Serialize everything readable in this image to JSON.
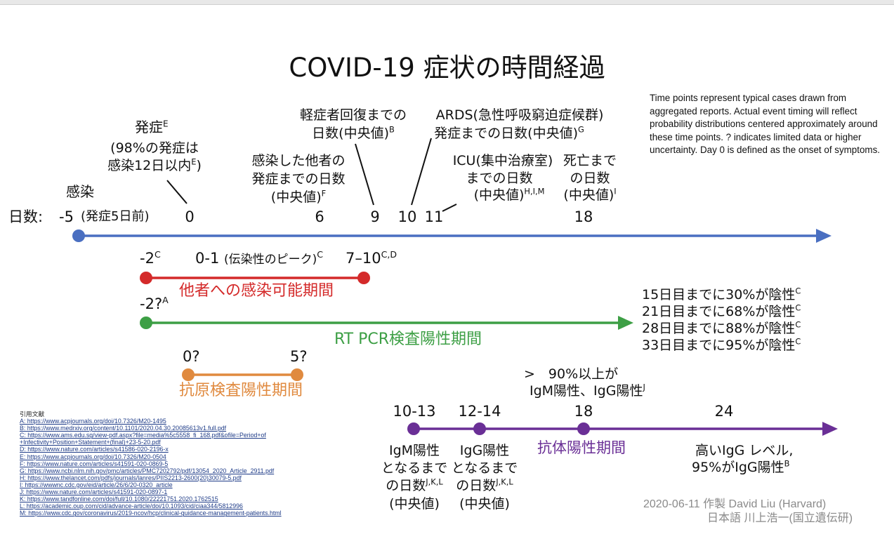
{
  "title": "COVID-19 症状の時間経過",
  "note": "Time points represent typical cases drawn from aggregated reports. Actual event timing will reflect probability distributions centered approximately around these time points. ? indicates limited data or higher uncertainty. Day 0 is defined as the onset of symptoms.",
  "axis": {
    "label": "日数:",
    "infection_label": "感染",
    "ticks": [
      {
        "value": "-5",
        "suffix": "(発症5日前)"
      },
      {
        "value": "0"
      },
      {
        "value": "6"
      },
      {
        "value": "9"
      },
      {
        "value": "10"
      },
      {
        "value": "11"
      },
      {
        "value": "18"
      }
    ]
  },
  "events": {
    "onset_title": "発症",
    "onset_sup": "E",
    "onset_line1": "(98%の発症は",
    "onset_line2": "感染12日以内",
    "onset_line2_sup": "E",
    "onset_line2_end": ")",
    "others_line1": "感染した他者の",
    "others_line2": "発症までの日数",
    "others_line3": "(中央値)",
    "others_sup": "F",
    "mild_line1": "軽症者回復までの",
    "mild_line2": "日数(中央値)",
    "mild_sup": "B",
    "ards_line1": "ARDS(急性呼吸窮迫症候群)",
    "ards_line2": "発症までの日数(中央値)",
    "ards_sup": "G",
    "icu_line1": "ICU(集中治療室)",
    "icu_line2": "までの日数",
    "icu_line3": "(中央値)",
    "icu_sup": "H,I,M",
    "death_line1": "死亡まで",
    "death_line2": "の日数",
    "death_line3": "(中央値)",
    "death_sup": "I"
  },
  "infectious": {
    "start": "-2",
    "start_sup": "C",
    "peak": "0-1",
    "peak_note": "(伝染性のピーク)",
    "peak_sup": "C",
    "end": "7–10",
    "end_sup": "C,D",
    "label": "他者への感染可能期間"
  },
  "pcr": {
    "start": "-2?",
    "start_sup": "A",
    "label": "RT PCR検査陽性期間",
    "negatives": [
      {
        "text": "15日目までに30%が陰性",
        "sup": "C"
      },
      {
        "text": "21日目までに68%が陰性",
        "sup": "C"
      },
      {
        "text": "28日目までに88%が陰性",
        "sup": "C"
      },
      {
        "text": "33日目までに95%が陰性",
        "sup": "C"
      }
    ]
  },
  "antigen": {
    "start": "0?",
    "end": "5?",
    "label": "抗原検査陽性期間"
  },
  "antibody": {
    "label": "抗体陽性期間",
    "points": [
      "10-13",
      "12-14",
      "18",
      "24"
    ],
    "over90_line1": ">　90%以上が",
    "over90_line2": "IgM陽性、IgG陽性",
    "over90_sup": "J",
    "igm_line1": "IgM陽性",
    "igm_line2": "となるまで",
    "igm_line3": "の日数",
    "igm_sup": "J,K,L",
    "igm_line4": "(中央値)",
    "igg_line1": "IgG陽性",
    "igg_line2": "となるまで",
    "igg_line3": "の日数",
    "igg_sup": "J,K,L",
    "igg_line4": "(中央値)",
    "high_line1": "高いIgG レベル,",
    "high_line2": "95%がIgG陽性",
    "high_sup": "B"
  },
  "references": {
    "heading": "引用文献",
    "items": [
      "A: https://www.acpjournals.org/doi/10.7326/M20-1495",
      "B: https://www.medrxiv.org/content/10.1101/2020.04.30.20085613v1.full.pdf",
      "C: https://www.ams.edu.sg/view-pdf.aspx?file=media%5c5558_fi_168.pdf&ofile=Period+of",
      "+Infectivity+Position+Statement+(final)+23-5-20.pdf",
      "D: https://www.nature.com/articles/s41586-020-2196-x",
      "E: https://www.acpjournals.org/doi/10.7326/M20-0504",
      "F: https://www.nature.com/articles/s41591-020-0869-5",
      "G: https://www.ncbi.nlm.nih.gov/pmc/articles/PMC7202792/pdf/13054_2020_Article_2911.pdf",
      "H: https://www.thelancet.com/pdfs/journals/lanres/PIIS2213-2600(20)30079-5.pdf",
      "I: https://wwwnc.cdc.gov/eid/article/26/6/20-0320_article",
      "J: https://www.nature.com/articles/s41591-020-0897-1",
      "K: https://www.tandfonline.com/doi/full/10.1080/22221751.2020.1762515",
      "L: https://academic.oup.com/cid/advance-article/doi/10.1093/cid/ciaa344/5812996",
      "M: https://www.cdc.gov/coronavirus/2019-ncov/hcp/clinical-guidance-management-patients.html"
    ]
  },
  "credit": {
    "line1": "2020-06-11 作製 David Liu (Harvard)",
    "line2": "日本語 川上浩一(国立遺伝研)"
  },
  "colors": {
    "blue": "#4a6fc1",
    "red": "#d42a2a",
    "green": "#3d9f45",
    "orange": "#e08a3f",
    "purple": "#6a2f96"
  }
}
